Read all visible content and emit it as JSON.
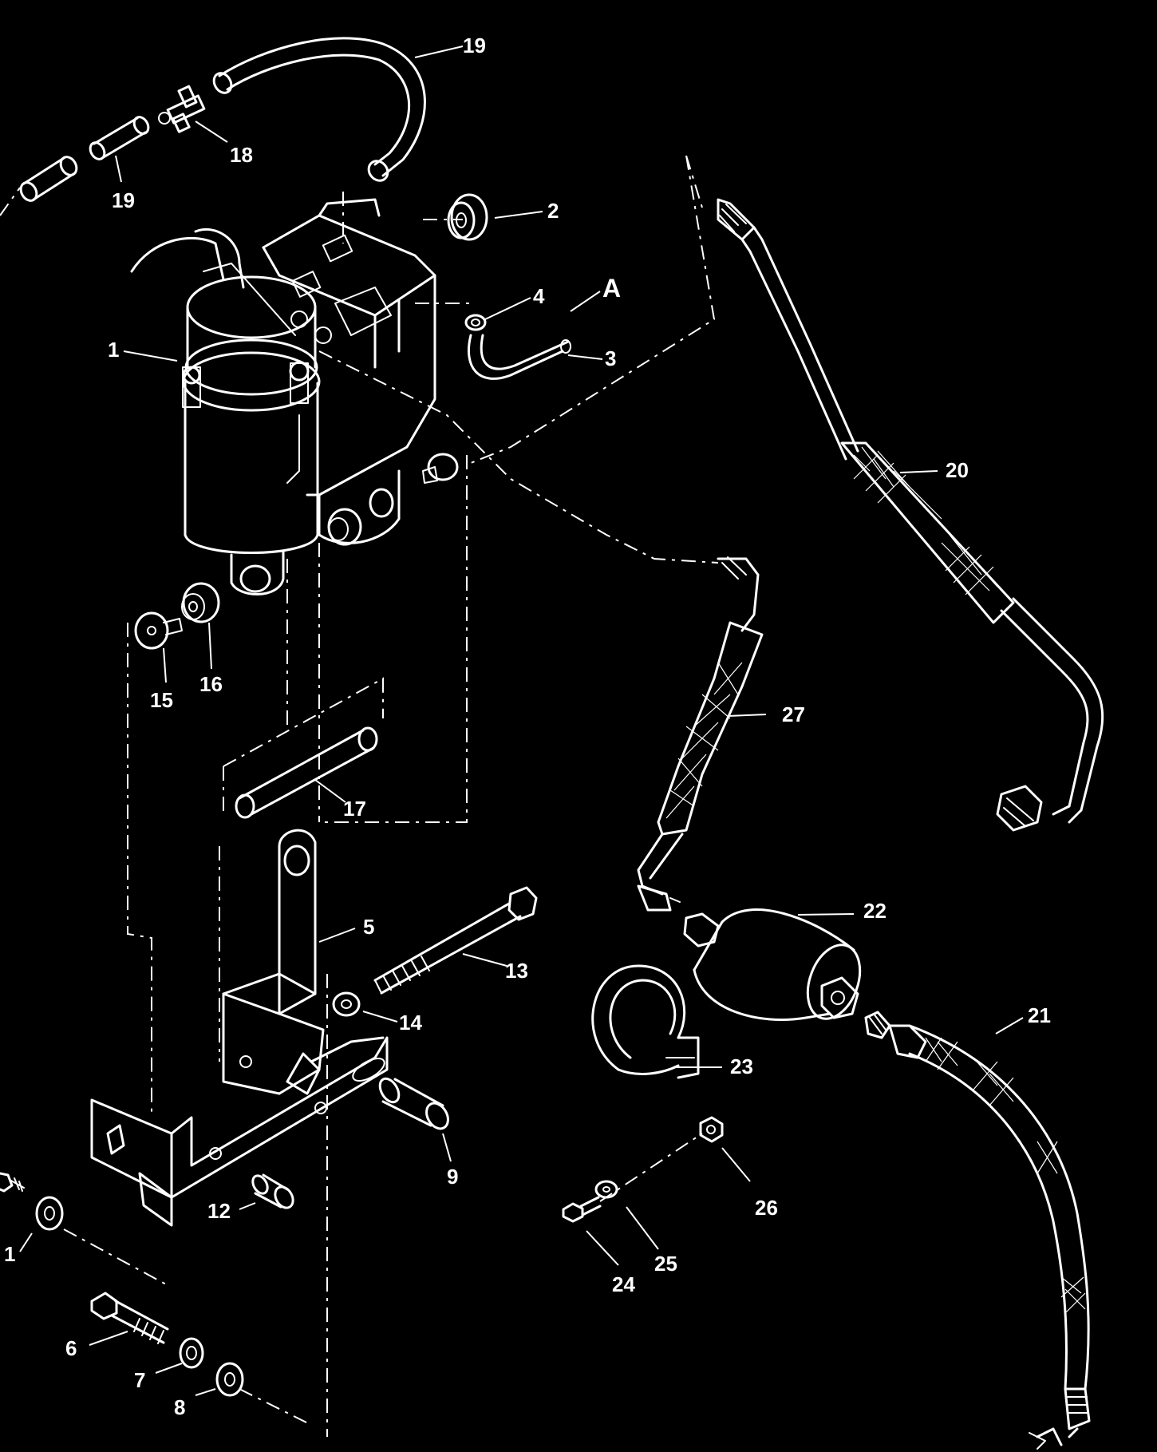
{
  "diagram": {
    "callouts": [
      {
        "id": "c1",
        "label": "1"
      },
      {
        "id": "c2",
        "label": "2"
      },
      {
        "id": "c3",
        "label": "3"
      },
      {
        "id": "c4",
        "label": "4"
      },
      {
        "id": "c5",
        "label": "5"
      },
      {
        "id": "c6",
        "label": "6"
      },
      {
        "id": "c7",
        "label": "7"
      },
      {
        "id": "c8",
        "label": "8"
      },
      {
        "id": "c9",
        "label": "9"
      },
      {
        "id": "c11",
        "label": "1"
      },
      {
        "id": "c12",
        "label": "12"
      },
      {
        "id": "c13",
        "label": "13"
      },
      {
        "id": "c14",
        "label": "14"
      },
      {
        "id": "c15",
        "label": "15"
      },
      {
        "id": "c16",
        "label": "16"
      },
      {
        "id": "c17",
        "label": "17"
      },
      {
        "id": "c18",
        "label": "18"
      },
      {
        "id": "c19a",
        "label": "19"
      },
      {
        "id": "c19b",
        "label": "19"
      },
      {
        "id": "c20",
        "label": "20"
      },
      {
        "id": "c21",
        "label": "21"
      },
      {
        "id": "c22",
        "label": "22"
      },
      {
        "id": "c23",
        "label": "23"
      },
      {
        "id": "c24",
        "label": "24"
      },
      {
        "id": "c25",
        "label": "25"
      },
      {
        "id": "c26",
        "label": "26"
      },
      {
        "id": "c27",
        "label": "27"
      },
      {
        "id": "cA",
        "label": "A"
      }
    ]
  }
}
